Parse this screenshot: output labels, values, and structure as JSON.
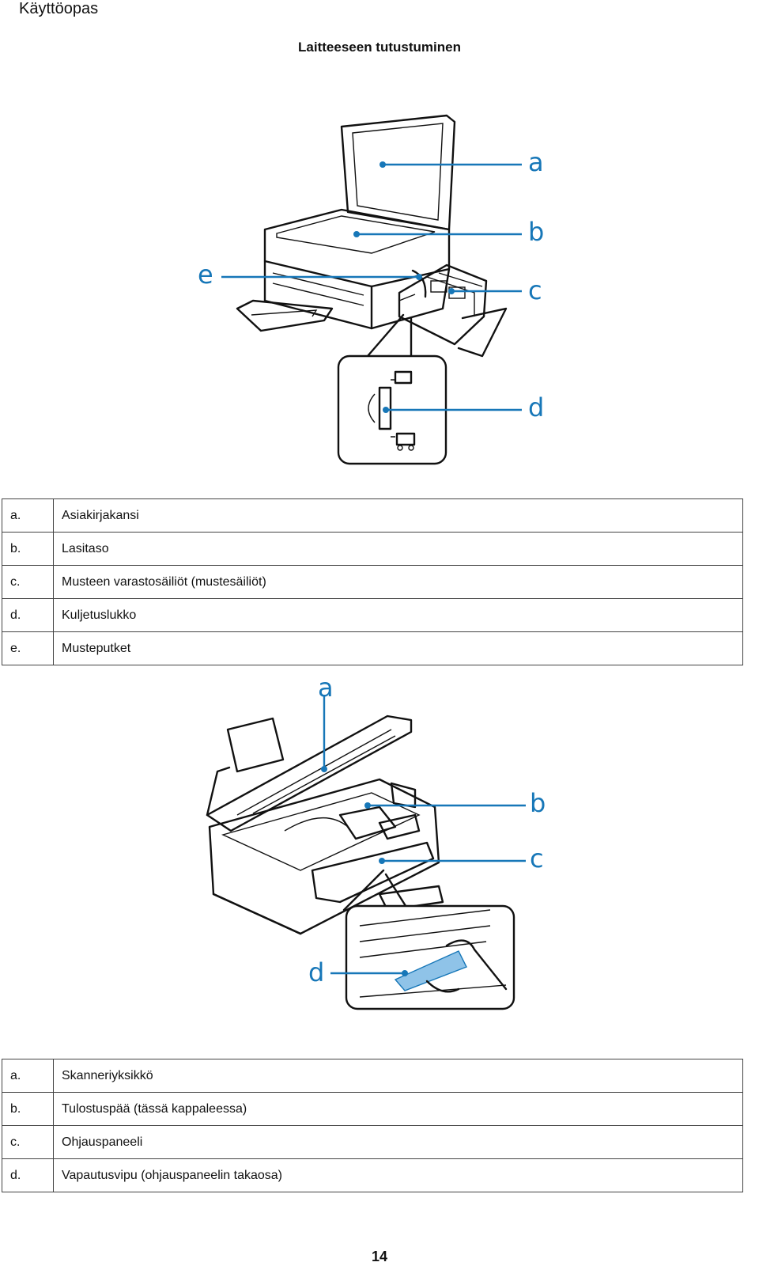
{
  "header": {
    "doc_title": "Käyttöopas"
  },
  "section": {
    "heading": "Laitteeseen tutustuminen"
  },
  "figure1": {
    "callouts": {
      "a": "a",
      "b": "b",
      "c": "c",
      "d": "d",
      "e": "e"
    },
    "legend": [
      {
        "key": "a.",
        "label": "Asiakirjakansi"
      },
      {
        "key": "b.",
        "label": "Lasitaso"
      },
      {
        "key": "c.",
        "label": "Musteen varastosäiliöt (mustesäiliöt)"
      },
      {
        "key": "d.",
        "label": "Kuljetuslukko"
      },
      {
        "key": "e.",
        "label": "Musteputket"
      }
    ]
  },
  "figure2": {
    "callouts": {
      "a": "a",
      "b": "b",
      "c": "c",
      "d": "d"
    },
    "legend": [
      {
        "key": "a.",
        "label": "Skanneriyksikkö"
      },
      {
        "key": "b.",
        "label": "Tulostuspää (tässä kappaleessa)"
      },
      {
        "key": "c.",
        "label": "Ohjauspaneeli"
      },
      {
        "key": "d.",
        "label": "Vapautusvipu (ohjauspaneelin takaosa)"
      }
    ]
  },
  "footer": {
    "page_number": "14"
  },
  "colors": {
    "callout": "#1777b8",
    "line": "#111111"
  }
}
